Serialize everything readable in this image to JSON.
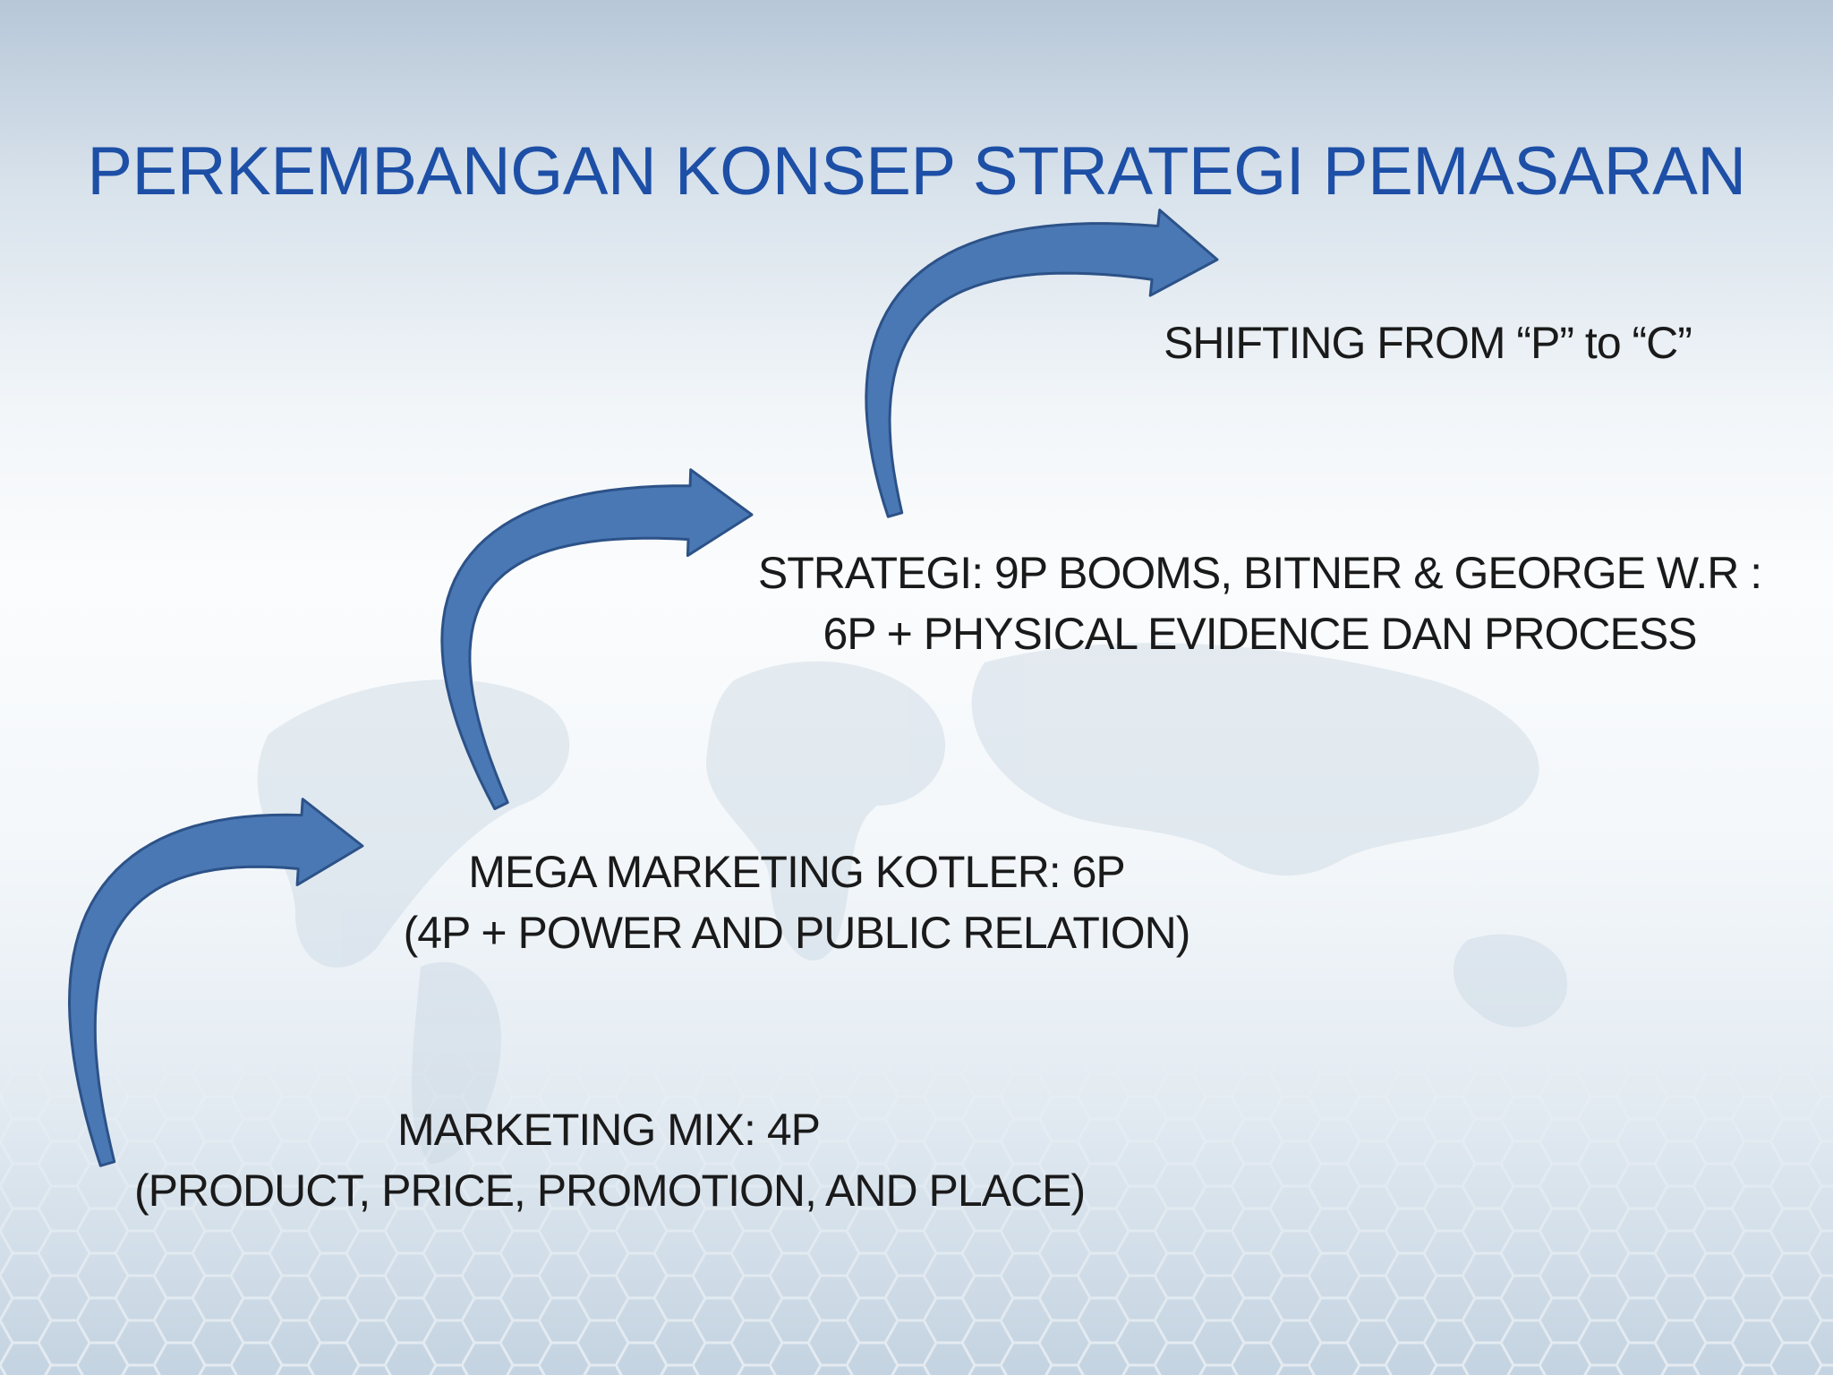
{
  "title": "PERKEMBANGAN KONSEP STRATEGI PEMASARAN",
  "colors": {
    "title": "#1d4fa6",
    "arrow_fill": "#4a78b4",
    "arrow_stroke": "#2c5288",
    "text": "#1a1a1a"
  },
  "stages": [
    {
      "line1": "MARKETING MIX: 4P",
      "line2": "(PRODUCT,  PRICE, PROMOTION, AND PLACE)"
    },
    {
      "line1": "MEGA MARKETING KOTLER:  6P",
      "line2": "(4P + POWER AND PUBLIC RELATION)"
    },
    {
      "line1": "STRATEGI: 9P BOOMS, BITNER & GEORGE W.R :",
      "line2": "6P + PHYSICAL EVIDENCE DAN PROCESS"
    },
    {
      "line1": "SHIFTING FROM  “P” to “C”"
    }
  ],
  "connectors": [
    {
      "from": 0,
      "to": 1,
      "icon": "curved-arrow-icon"
    },
    {
      "from": 1,
      "to": 2,
      "icon": "curved-arrow-icon"
    },
    {
      "from": 2,
      "to": 3,
      "icon": "curved-arrow-icon"
    }
  ]
}
